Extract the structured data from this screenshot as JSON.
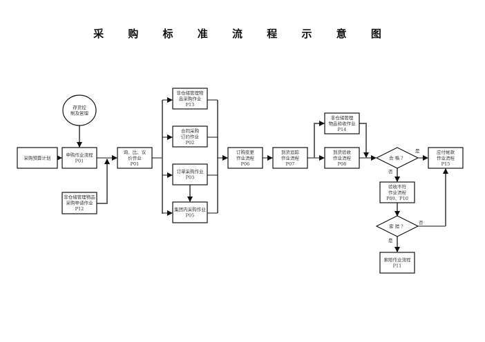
{
  "title": "采 购 标 准 流 程 示 意 图",
  "nodes": {
    "budget": {
      "lines": [
        "采购预算计划"
      ]
    },
    "inventory": {
      "lines": [
        "存货控",
        "制及管理"
      ]
    },
    "requisition": {
      "lines": [
        "申购作业流程",
        "P01"
      ]
    },
    "nonstock_request": {
      "lines": [
        "非仓储管理物品",
        "采购申请作业",
        "P12"
      ]
    },
    "inquiry": {
      "lines": [
        "询、比、议",
        "价作业",
        "P01"
      ]
    },
    "p13": {
      "lines": [
        "非仓储管理物",
        "品采购作业",
        "P13"
      ]
    },
    "p02": {
      "lines": [
        "合同采购",
        "订约作业",
        "P02"
      ]
    },
    "p03": {
      "lines": [
        "订单采购作业",
        "P03"
      ]
    },
    "p05": {
      "lines": [
        "集团内采购作业",
        "P05"
      ]
    },
    "p06": {
      "lines": [
        "订购变更",
        "作业流程",
        "P06"
      ]
    },
    "p07": {
      "lines": [
        "到货追踪",
        "作业流程",
        "P07"
      ]
    },
    "p08": {
      "lines": [
        "到货验收",
        "作业流程",
        "P08"
      ]
    },
    "p14": {
      "lines": [
        "非仓储管理",
        "物品验收作业",
        "P14"
      ]
    },
    "qualified": {
      "lines": [
        "合 格 ？"
      ]
    },
    "p15": {
      "lines": [
        "应付帐款",
        "作业流程",
        "P15"
      ]
    },
    "p0910": {
      "lines": [
        "验收不符",
        "作业流程",
        "P09、P10"
      ]
    },
    "claim": {
      "lines": [
        "索 赔 ？"
      ]
    },
    "p11": {
      "lines": [
        "索赔作业流程",
        "P11"
      ]
    }
  },
  "edge_labels": {
    "qualified_yes": "是",
    "qualified_no": "否",
    "claim_yes": "是",
    "claim_no": "否"
  }
}
